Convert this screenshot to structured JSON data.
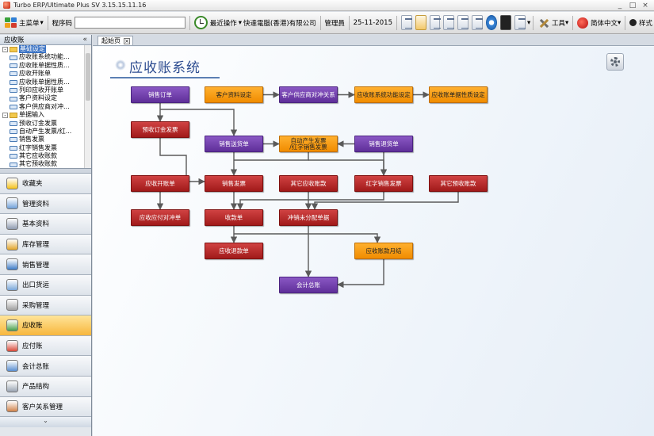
{
  "window": {
    "title": "Turbo ERP/Ultimate Plus SV 3.15.15.11.16",
    "controls": [
      "_",
      "□",
      "×"
    ]
  },
  "toolbar": {
    "main_menu": "主菜单",
    "program_label": "程序码",
    "program_value": "",
    "recent": "最近操作",
    "company": "快達電腦(香港)有限公司",
    "user": "管理員",
    "date": "25-11-2015",
    "tools": "工具",
    "language": "简体中文",
    "style": "样式"
  },
  "nav": {
    "header": "应收账",
    "collapse": "«",
    "tree": [
      {
        "level": 0,
        "type": "folder",
        "toggle": "-",
        "label": "基础设定",
        "selected": true
      },
      {
        "level": 1,
        "type": "leaf",
        "label": "应收账系统功能..."
      },
      {
        "level": 1,
        "type": "leaf",
        "label": "应收账单据性质..."
      },
      {
        "level": 1,
        "type": "leaf",
        "label": "应收开账单"
      },
      {
        "level": 1,
        "type": "leaf",
        "label": "应收账单据性质..."
      },
      {
        "level": 1,
        "type": "leaf",
        "label": "列印应收开账单"
      },
      {
        "level": 1,
        "type": "leaf",
        "label": "客户资料设定"
      },
      {
        "level": 1,
        "type": "leaf",
        "label": "客户供应商对冲..."
      },
      {
        "level": 0,
        "type": "folder",
        "toggle": "-",
        "label": "单据输入",
        "selected": false
      },
      {
        "level": 1,
        "type": "leaf",
        "label": "预收订金发票"
      },
      {
        "level": 1,
        "type": "leaf",
        "label": "自动产生发票/红..."
      },
      {
        "level": 1,
        "type": "leaf",
        "label": "销售发票"
      },
      {
        "level": 1,
        "type": "leaf",
        "label": "红字销售发票"
      },
      {
        "level": 1,
        "type": "leaf",
        "label": "其它应收账款"
      },
      {
        "level": 1,
        "type": "leaf",
        "label": "其它预收账款"
      }
    ],
    "modules": [
      {
        "label": "收藏夹",
        "icon": "star-icon",
        "color": "#f5c21b",
        "active": false
      },
      {
        "label": "管理资料",
        "icon": "people-icon",
        "color": "#6fa0d8",
        "active": false
      },
      {
        "label": "基本资料",
        "icon": "basic-data-icon",
        "color": "#8f9bb0",
        "active": false
      },
      {
        "label": "库存管理",
        "icon": "inventory-icon",
        "color": "#e2a52b",
        "active": false
      },
      {
        "label": "销售管理",
        "icon": "sales-icon",
        "color": "#3e7cc8",
        "active": false
      },
      {
        "label": "出口货运",
        "icon": "shipping-icon",
        "color": "#7aa7d8",
        "active": false
      },
      {
        "label": "采购管理",
        "icon": "purchase-icon",
        "color": "#a0a0a0",
        "active": false
      },
      {
        "label": "应收账",
        "icon": "receivable-icon",
        "color": "#4aa04a",
        "active": true
      },
      {
        "label": "应付账",
        "icon": "payable-icon",
        "color": "#d84a3a",
        "active": false
      },
      {
        "label": "会计总账",
        "icon": "ledger-icon",
        "color": "#5a8fd0",
        "active": false
      },
      {
        "label": "产品结构",
        "icon": "product-structure-icon",
        "color": "#9aa4b2",
        "active": false
      },
      {
        "label": "客户关系管理",
        "icon": "crm-icon",
        "color": "#d0824a",
        "active": false
      }
    ],
    "bottom_arrow": "⌄"
  },
  "main": {
    "tab_label": "起始页",
    "tab_close": "×",
    "page_title": "应收账系统"
  },
  "flow": {
    "colors": {
      "purple": "#6f3fb0",
      "red": "#b72828",
      "orange": "#f89a10",
      "arrow": "#5a5a5a"
    },
    "boxes": [
      {
        "id": "sales-order",
        "text": "销售订单",
        "color": "purple",
        "row": 0,
        "col": 0
      },
      {
        "id": "customer-setup",
        "text": "客户资料设定",
        "color": "orange",
        "row": 0,
        "col": 1
      },
      {
        "id": "cust-supp-offset",
        "text": "客户供应商对冲关系",
        "color": "purple",
        "row": 0,
        "col": 2
      },
      {
        "id": "ar-func-setup",
        "text": "应收账系统功能设定",
        "color": "orange",
        "row": 0,
        "col": 3
      },
      {
        "id": "ar-doc-setup",
        "text": "应收账单据性质设定",
        "color": "orange",
        "row": 0,
        "col": 4
      },
      {
        "id": "deposit-invoice",
        "text": "预收订金发票",
        "color": "red",
        "row": 1,
        "col": 0
      },
      {
        "id": "delivery-note",
        "text": "销售送货单",
        "color": "purple",
        "row": 2,
        "col": 1
      },
      {
        "id": "auto-invoice",
        "text": "自动产生发票\n/红字销售发票",
        "color": "orange",
        "row": 2,
        "col": 2
      },
      {
        "id": "sales-return",
        "text": "销售退货单",
        "color": "purple",
        "row": 2,
        "col": 3
      },
      {
        "id": "ar-opening",
        "text": "应收开账单",
        "color": "red",
        "row": 3,
        "col": 0
      },
      {
        "id": "sales-invoice",
        "text": "销售发票",
        "color": "red",
        "row": 3,
        "col": 1
      },
      {
        "id": "other-ar",
        "text": "其它应收账款",
        "color": "red",
        "row": 3,
        "col": 2
      },
      {
        "id": "red-invoice",
        "text": "红字销售发票",
        "color": "red",
        "row": 3,
        "col": 3
      },
      {
        "id": "other-prepay",
        "text": "其它预收账款",
        "color": "red",
        "row": 3,
        "col": 4
      },
      {
        "id": "ar-ap-offset",
        "text": "应收应付对冲单",
        "color": "red",
        "row": 4,
        "col": 0
      },
      {
        "id": "receipt",
        "text": "收款单",
        "color": "red",
        "row": 4,
        "col": 1
      },
      {
        "id": "writeoff-unallocated",
        "text": "冲销未分配单据",
        "color": "red",
        "row": 4,
        "col": 2
      },
      {
        "id": "receipt-refund",
        "text": "应收退款单",
        "color": "red",
        "row": 5,
        "col": 1
      },
      {
        "id": "ar-month-end",
        "text": "应收账款月结",
        "color": "orange",
        "row": 5,
        "col": 3
      },
      {
        "id": "general-ledger",
        "text": "会计总账",
        "color": "purple",
        "row": 6,
        "col": 2
      }
    ]
  }
}
